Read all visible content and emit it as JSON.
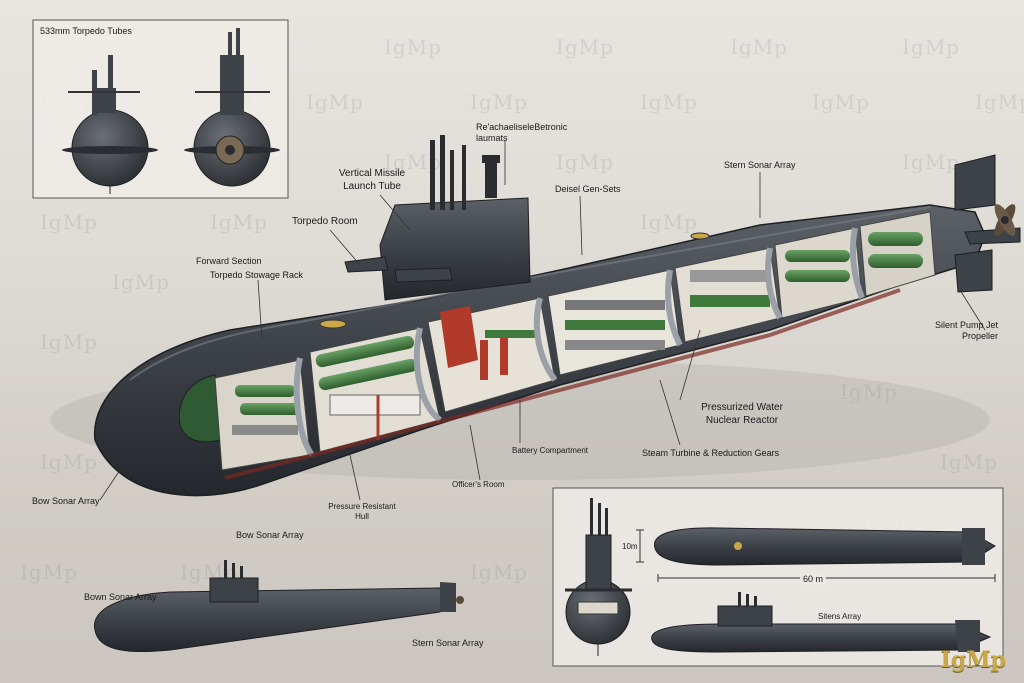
{
  "watermark": "IgMp",
  "brand_mark": "IgMp",
  "inset_top_left": {
    "title": "533mm Torpedo Tubes"
  },
  "labels": {
    "periscope": "Re'achaeliseleBetronic\nlaumats",
    "vertical_missile": "Vertical Missile\nLaunch Tube",
    "torpedo_room": "Torpedo Room",
    "forward_section": "Forward Section",
    "torpedo_rack": "Torpedo Stowage Rack",
    "diesel": "Deisel Gen-Sets",
    "stern_sonar_top": "Stern Sonar Array",
    "pump_jet": "Silent Pump Jet\nPropeller",
    "reactor": "Pressurized Water\nNuclear Reactor",
    "steam_turbine": "Steam Turbine & Reduction Gears",
    "battery": "Battery Compartment",
    "officers_room": "Officer's Room",
    "hull": "Pressure Resistant\nHull",
    "bow_sonar_left": "Bow Sonar Array",
    "bow_sonar_mid": "Bow Sonar Array",
    "bown_sonar": "Bown Sonar Array",
    "stern_sonar_bottom": "Stern Sonar Array"
  },
  "inset_bottom_right": {
    "height_dim": "10m",
    "length_dim": "60 m",
    "sitens": "Sitens Array"
  },
  "colors": {
    "hull": "#3d4148",
    "hull_light": "#5a5f66",
    "interior_green": "#3f7a3c",
    "interior_red": "#b23a2b",
    "brand_gold": "#c9a84a"
  }
}
